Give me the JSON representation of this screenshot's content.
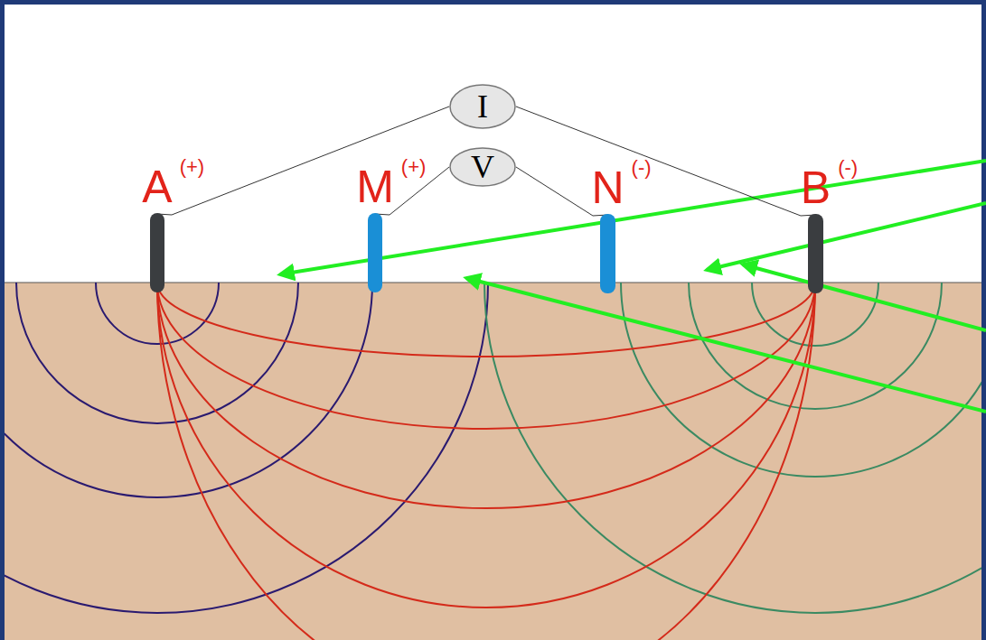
{
  "diagram": {
    "nodes": [
      {
        "text": [
          "I"
        ]
      },
      {
        "text": [
          "V"
        ]
      },
      {
        "text": [
          "A",
          "(+)"
        ]
      },
      {
        "text": [
          "M",
          "(+)"
        ]
      },
      {
        "text": [
          "N",
          "(-)"
        ]
      },
      {
        "text": [
          "B",
          "(-)"
        ]
      }
    ],
    "edges": [
      {
        "from": 0,
        "to": 2,
        "arrow": "none"
      },
      {
        "from": 0,
        "to": 5,
        "arrow": "none"
      },
      {
        "from": 1,
        "to": 3,
        "arrow": "none"
      },
      {
        "from": 1,
        "to": 4,
        "arrow": "none"
      }
    ]
  }
}
